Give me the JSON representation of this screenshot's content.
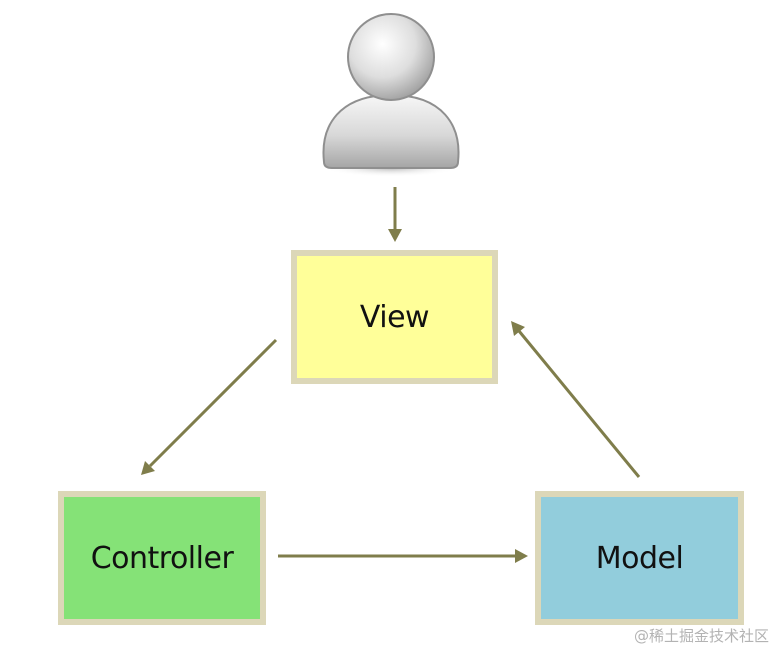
{
  "diagram": {
    "nodes": {
      "user": {
        "icon": "user-icon"
      },
      "view": {
        "label": "View",
        "color": "#ffff99"
      },
      "controller": {
        "label": "Controller",
        "color": "#85e277"
      },
      "model": {
        "label": "Model",
        "color": "#92cddc"
      }
    },
    "edges": [
      {
        "from": "user",
        "to": "view"
      },
      {
        "from": "view",
        "to": "controller"
      },
      {
        "from": "controller",
        "to": "model"
      },
      {
        "from": "model",
        "to": "view"
      }
    ],
    "arrow_color": "#7f7d4b",
    "border_color": "#dcd7b8"
  },
  "watermark": "@稀土掘金技术社区"
}
